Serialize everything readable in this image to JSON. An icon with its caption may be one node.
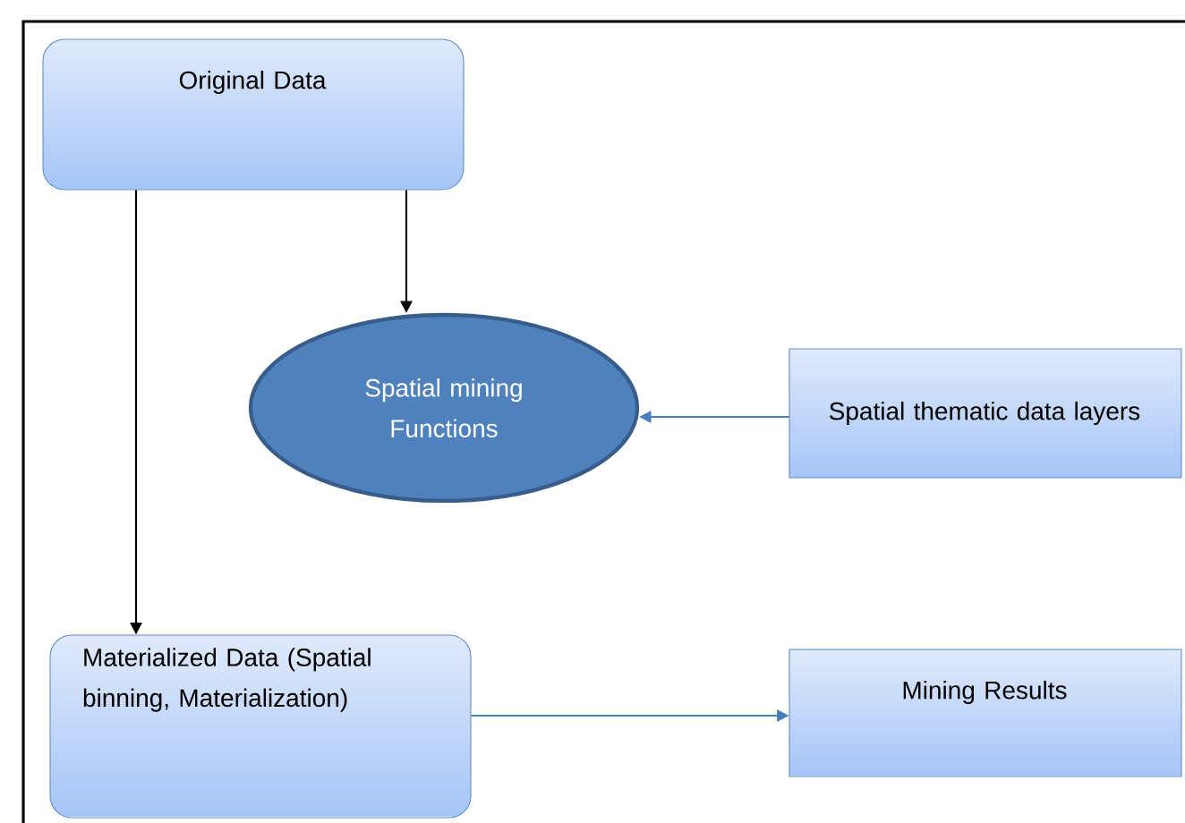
{
  "diagram": {
    "nodes": [
      {
        "text": [
          "Original Data"
        ]
      },
      {
        "text": [
          "Spatial mining Functions"
        ]
      },
      {
        "text": [
          "Spatial thematic data layers"
        ]
      },
      {
        "text": [
          "Materialized Data (Spatial binning, Materialization)"
        ]
      },
      {
        "text": [
          "Mining Results"
        ]
      }
    ],
    "edges": [
      {
        "from": 0,
        "to": 1,
        "arrow": "to",
        "color": "#000000"
      },
      {
        "from": 0,
        "to": 3,
        "arrow": "to",
        "color": "#000000"
      },
      {
        "from": 2,
        "to": 1,
        "arrow": "to",
        "color": "#4a7ebb"
      },
      {
        "from": 3,
        "to": 4,
        "arrow": "to",
        "color": "#4a7ebb"
      }
    ]
  }
}
